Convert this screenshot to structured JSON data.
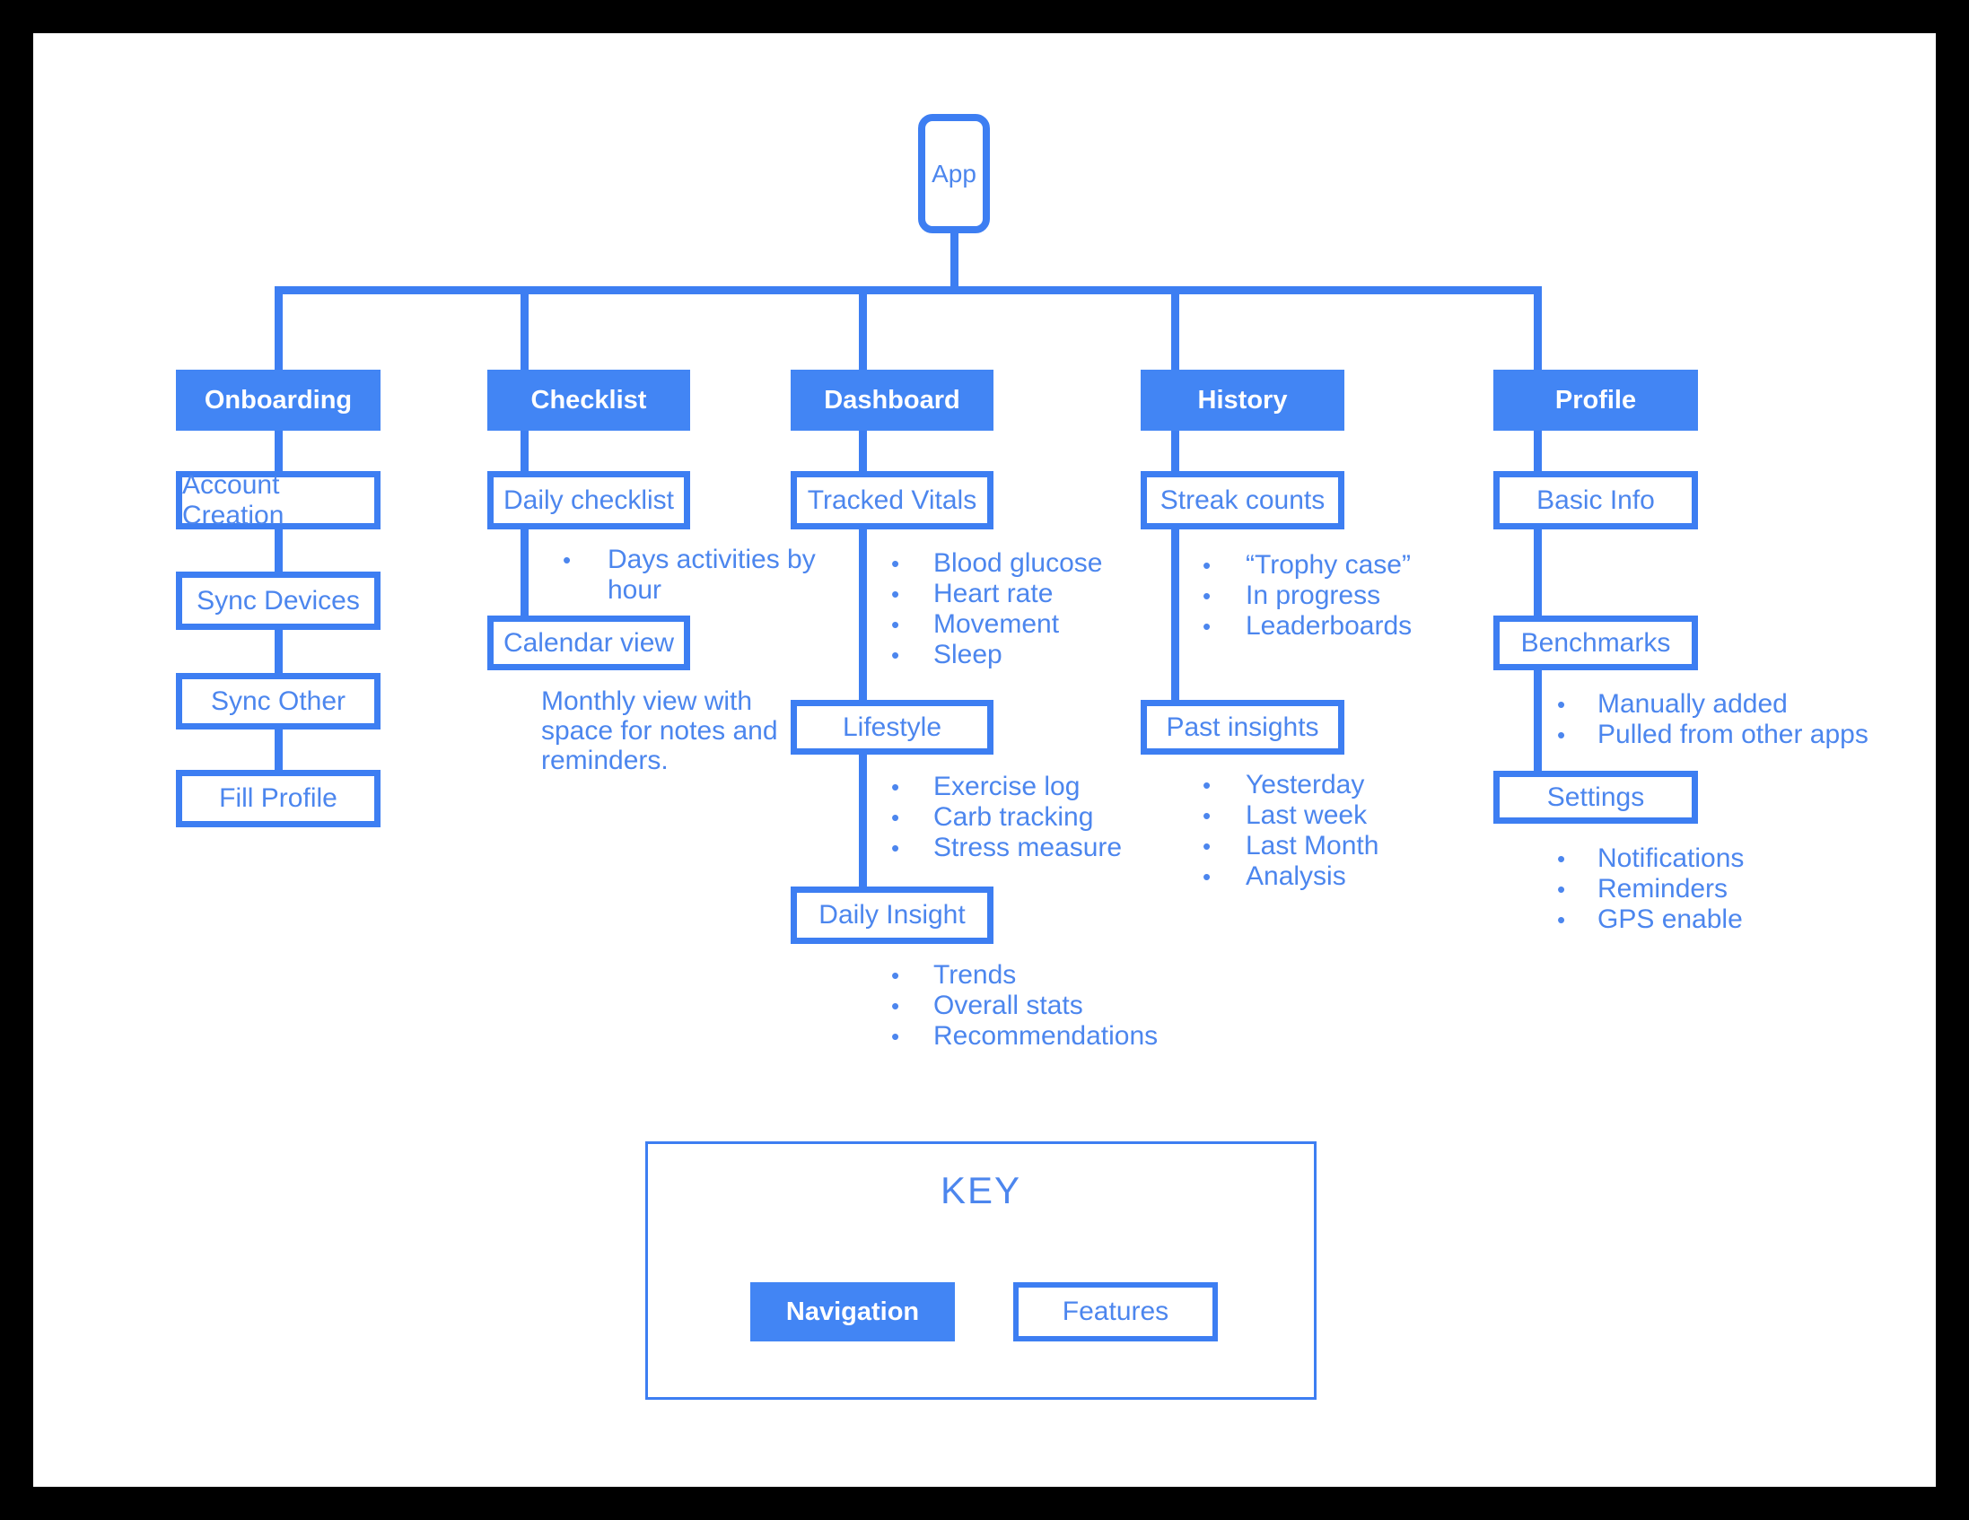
{
  "app": {
    "label": "App"
  },
  "columns": [
    {
      "nav": "Onboarding",
      "boxes": [
        "Account Creation",
        "Sync Devices",
        "Sync Other",
        "Fill Profile"
      ]
    },
    {
      "nav": "Checklist",
      "boxes": [
        "Daily checklist",
        "Calendar view"
      ],
      "bullets": [
        [
          "Days activities by hour"
        ]
      ],
      "note": "Monthly view with space for notes and reminders."
    },
    {
      "nav": "Dashboard",
      "boxes": [
        "Tracked Vitals",
        "Lifestyle",
        "Daily Insight"
      ],
      "bullets": [
        [
          "Blood glucose",
          "Heart rate",
          "Movement",
          "Sleep"
        ],
        [
          "Exercise log",
          "Carb tracking",
          "Stress measure"
        ],
        [
          "Trends",
          "Overall stats",
          "Recommendations"
        ]
      ]
    },
    {
      "nav": "History",
      "boxes": [
        "Streak counts",
        "Past insights"
      ],
      "bullets": [
        [
          "“Trophy case”",
          "In progress",
          "Leaderboards"
        ],
        [
          "Yesterday",
          "Last week",
          "Last Month",
          "Analysis"
        ]
      ]
    },
    {
      "nav": "Profile",
      "boxes": [
        "Basic Info",
        "Benchmarks",
        "Settings"
      ],
      "bullets": [
        [
          "Manually added",
          "Pulled from other apps"
        ],
        [
          "Notifications",
          "Reminders",
          "GPS enable"
        ]
      ]
    }
  ],
  "key": {
    "title": "KEY",
    "navigation_label": "Navigation",
    "features_label": "Features"
  },
  "colors": {
    "fill_blue": "#4285F4",
    "line_blue": "#3D7EF2",
    "text_blue": "#4C86EE"
  }
}
